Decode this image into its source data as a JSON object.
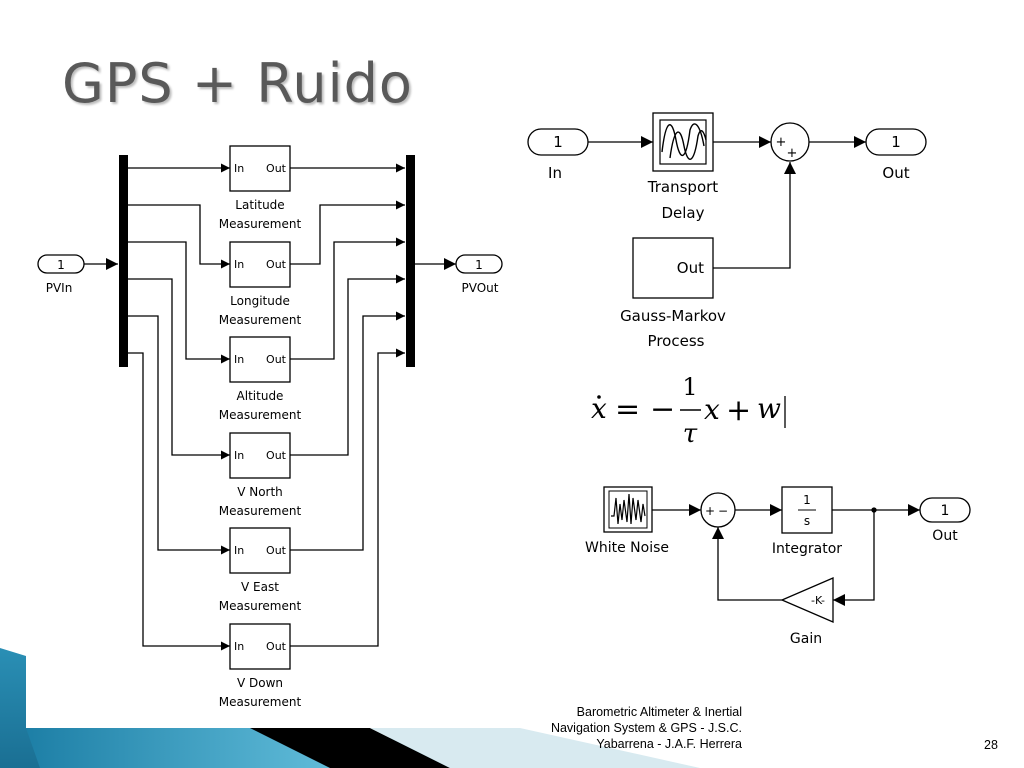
{
  "slide": {
    "title": "GPS + Ruido",
    "footer_line1": "Barometric Altimeter & Inertial",
    "footer_line2": "Navigation System & GPS - J.S.C.",
    "footer_line3": "Yabarrena - J.A.F. Herrera",
    "page_number": "28"
  },
  "left_diagram": {
    "in_port": {
      "num": "1",
      "label": "PVIn"
    },
    "out_port": {
      "num": "1",
      "label": "PVOut"
    },
    "block_in": "In",
    "block_out": "Out",
    "subsystems": [
      {
        "l1": "Latitude",
        "l2": "Measurement"
      },
      {
        "l1": "Longitude",
        "l2": "Measurement"
      },
      {
        "l1": "Altitude",
        "l2": "Measurement"
      },
      {
        "l1": "V North",
        "l2": "Measurement"
      },
      {
        "l1": "V East",
        "l2": "Measurement"
      },
      {
        "l1": "V Down",
        "l2": "Measurement"
      }
    ]
  },
  "measurement_diagram": {
    "in_num": "1",
    "in_label": "In",
    "td_l1": "Transport",
    "td_l2": "Delay",
    "sum_a": "+",
    "sum_b": "+",
    "out_num": "1",
    "out_label": "Out",
    "gm_out": "Out",
    "gm_l1": "Gauss-Markov",
    "gm_l2": "Process"
  },
  "equation": {
    "lhs": "x",
    "eq": "=",
    "minus": "−",
    "num": "1",
    "den": "τ",
    "var": "x",
    "plus": "+",
    "noise": "w"
  },
  "gm_diagram": {
    "noise_label": "White Noise",
    "sum_a": "+",
    "sum_b": "−",
    "int_num": "1",
    "int_den": "s",
    "int_label": "Integrator",
    "out_num": "1",
    "out_label": "Out",
    "gain_text": "-K-",
    "gain_label": "Gain"
  }
}
